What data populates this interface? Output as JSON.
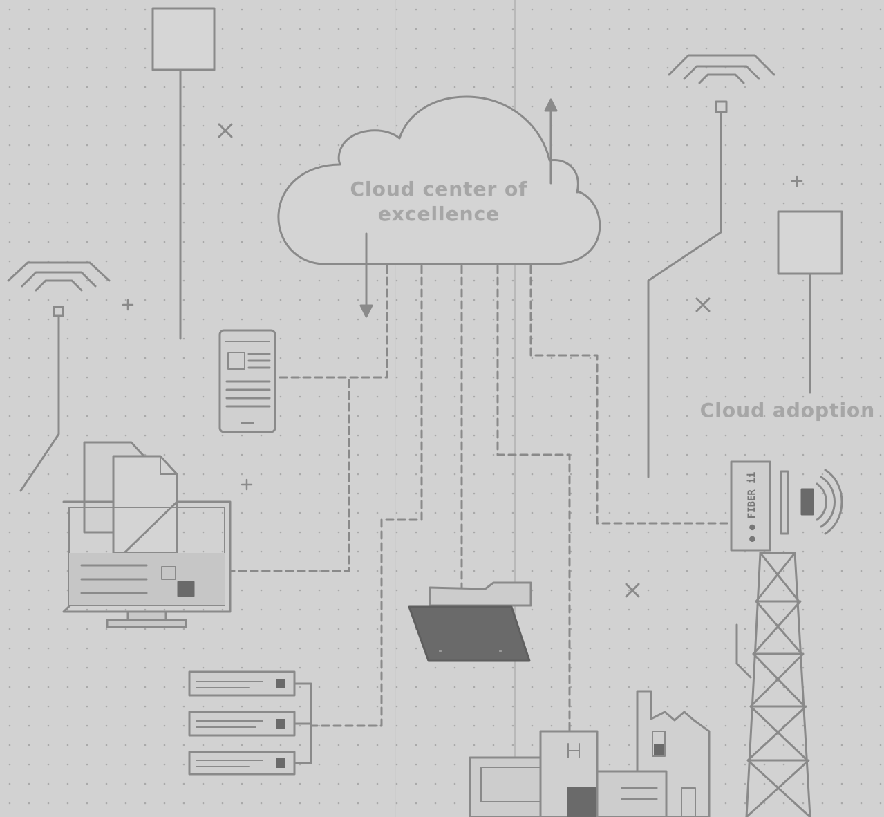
{
  "diagram": {
    "cloud_label_line1": "Cloud center of",
    "cloud_label_line2": "excellence",
    "side_label": "Cloud adoption",
    "tower_sign": "● ● FIBER ii"
  },
  "colors": {
    "background": "#d2d2d2",
    "line": "#8a8a8a",
    "dark_fill": "#6a6a6a",
    "label": "#a6a6a6"
  },
  "icons": [
    "cloud-icon",
    "wifi-signal-icon",
    "tablet-icon",
    "desktop-monitor-icon",
    "documents-icon",
    "folder-icon",
    "server-rack-icon",
    "factory-icon",
    "cell-tower-icon",
    "arrow-up-icon",
    "arrow-down-icon",
    "cross-mark-icon",
    "plus-mark-icon"
  ]
}
